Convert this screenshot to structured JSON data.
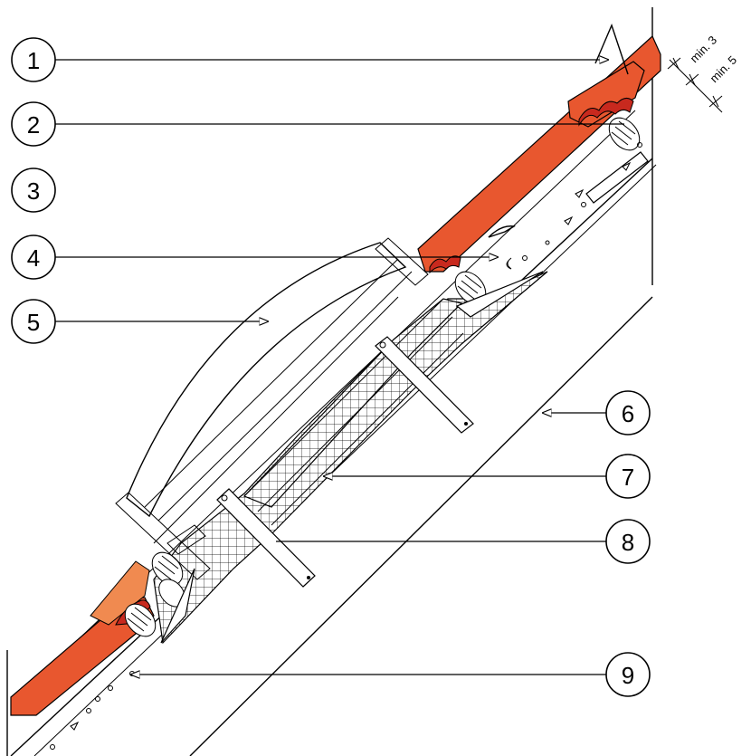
{
  "callouts": [
    {
      "label": "1"
    },
    {
      "label": "2"
    },
    {
      "label": "3"
    },
    {
      "label": "4"
    },
    {
      "label": "5"
    },
    {
      "label": "6"
    },
    {
      "label": "7"
    },
    {
      "label": "8"
    },
    {
      "label": "9"
    }
  ],
  "dimensions": {
    "min3": "min. 3",
    "min5": "min. 5"
  },
  "colors": {
    "tile": "#e8572f",
    "tile_dark": "#c8291e",
    "tile_light": "#f08a50",
    "line": "#000000",
    "background": "#ffffff"
  }
}
